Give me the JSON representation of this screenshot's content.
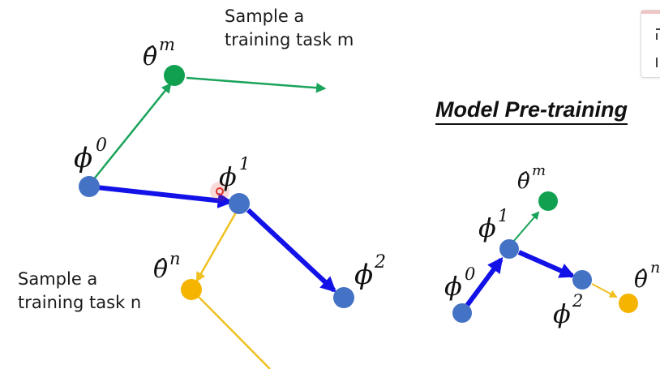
{
  "left_diagram": {
    "caption_m": [
      "Sample a",
      "training task m"
    ],
    "caption_n": [
      "Sample a",
      "training task n"
    ],
    "labels": {
      "phi0": {
        "base": "ϕ",
        "sup": "0"
      },
      "phi1": {
        "base": "ϕ",
        "sup": "1"
      },
      "phi2": {
        "base": "ϕ",
        "sup": "2"
      },
      "theta_m": {
        "base": "θ̂",
        "sup": "m"
      },
      "theta_n": {
        "base": "θ̂",
        "sup": "n"
      }
    }
  },
  "right_diagram": {
    "heading": "Model Pre-training",
    "labels": {
      "phi0": {
        "base": "ϕ",
        "sup": "0"
      },
      "phi1": {
        "base": "ϕ",
        "sup": "1"
      },
      "phi2": {
        "base": "ϕ",
        "sup": "2"
      },
      "theta_m": {
        "base": "θ̂",
        "sup": "m"
      },
      "theta_n": {
        "base": "θ̂",
        "sup": "n"
      }
    }
  },
  "colors": {
    "update_arrow": "#1212e8",
    "node_blue": "#4472c4",
    "task_m": "#1aa35a",
    "task_n": "#f0c020",
    "node_green": "#10a050",
    "node_yellow": "#f5b400",
    "cursor": "#e0302a"
  }
}
